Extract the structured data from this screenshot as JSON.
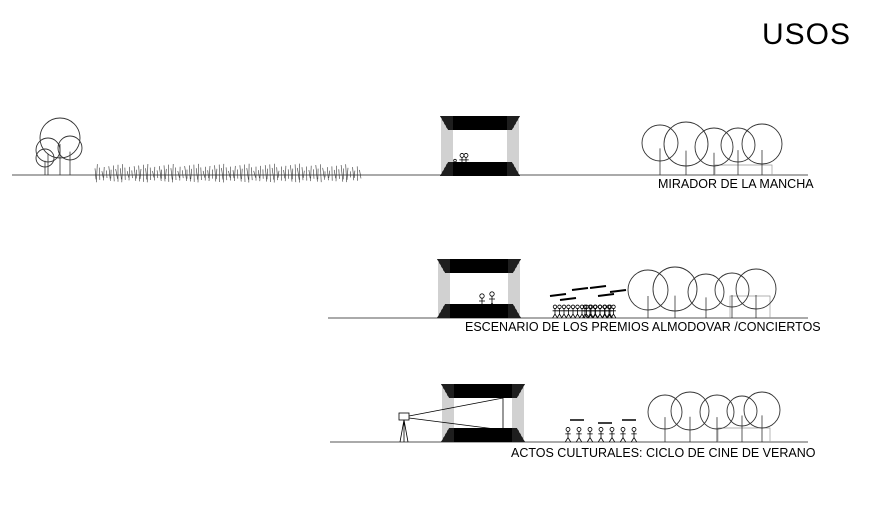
{
  "title": "USOS",
  "sections": [
    {
      "label": "MIRADOR DE LA MANCHA"
    },
    {
      "label": "ESCENARIO DE LOS PREMIOS ALMODOVAR /CONCIERTOS"
    },
    {
      "label": "ACTOS CULTURALES: CICLO DE CINE DE VERANO"
    }
  ]
}
